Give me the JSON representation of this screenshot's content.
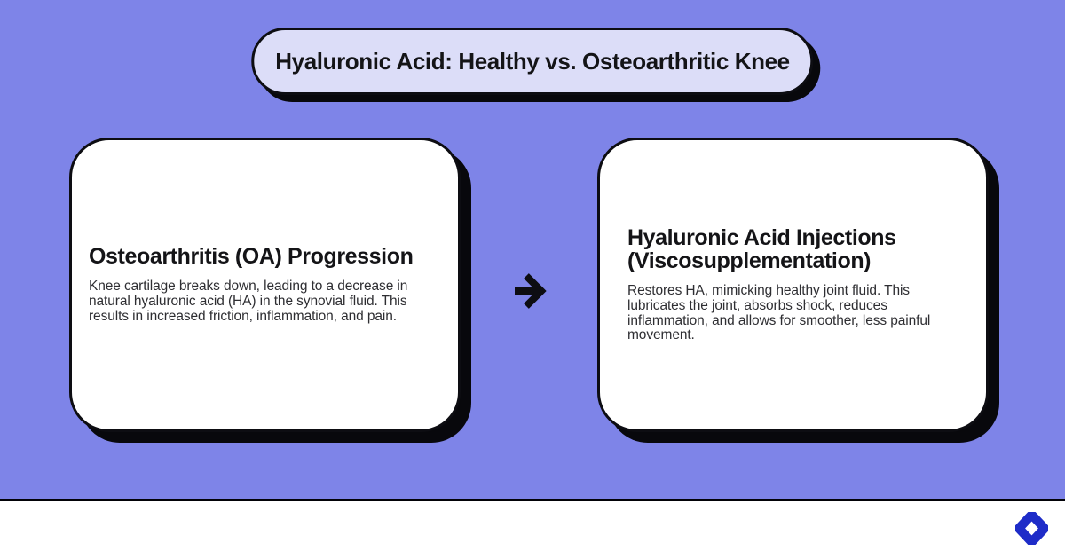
{
  "colors": {
    "background": "#7e84e8",
    "pill_fill": "#dcddf8",
    "card_fill": "#ffffff",
    "ink": "#0d0d12",
    "heading_text": "#141417",
    "body_text": "#2e2e32",
    "shadow": "#08080c",
    "footer_bg": "#ffffff",
    "footer_line": "#020208",
    "logo_blue": "#1e2cc8"
  },
  "header": {
    "title": "Hyaluronic Acid: Healthy vs. Osteoarthritic Knee"
  },
  "cards": [
    {
      "heading": "Osteoarthritis (OA) Progression",
      "body": "Knee cartilage breaks down, leading to a decrease in natural hyaluronic acid (HA) in the synovial fluid. This results in increased friction, inflammation, and pain."
    },
    {
      "heading": "Hyaluronic Acid Injections (Viscosupplementation)",
      "body": "Restores HA, mimicking healthy joint fluid. This lubricates the joint, absorbs shock, reduces inflammation, and allows for smoother, less painful movement."
    }
  ],
  "connector": {
    "icon": "arrow-right"
  },
  "footer": {
    "logo": "diamond-logo"
  }
}
